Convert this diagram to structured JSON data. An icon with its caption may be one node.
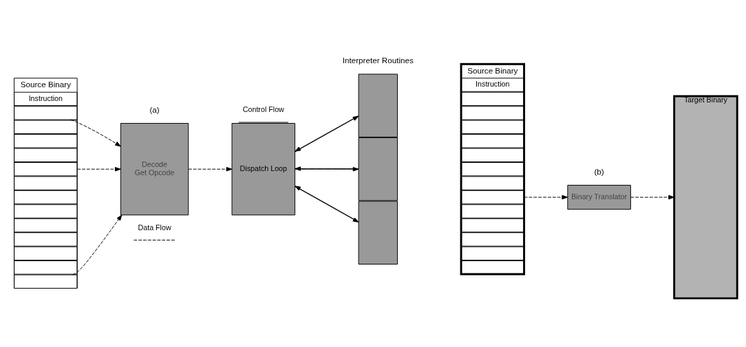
{
  "diagram": {
    "nodes": [
      {
        "text": [
          "Source Binary"
        ]
      },
      {
        "text": [
          "Instruction"
        ],
        "in": 0
      },
      {
        "text": [],
        "shape": "box",
        "in": 0
      },
      {
        "text": [],
        "shape": "box",
        "in": 0
      },
      {
        "text": [],
        "shape": "box",
        "in": 0
      },
      {
        "text": [],
        "shape": "box",
        "in": 0
      },
      {
        "text": [],
        "shape": "box",
        "in": 0
      },
      {
        "text": [],
        "shape": "box",
        "in": 0
      },
      {
        "text": [],
        "shape": "box",
        "in": 0
      },
      {
        "text": [],
        "shape": "box",
        "in": 0
      },
      {
        "text": [],
        "shape": "box",
        "in": 0
      },
      {
        "text": [],
        "shape": "box",
        "in": 0
      },
      {
        "text": [],
        "shape": "box",
        "in": 0
      },
      {
        "text": [],
        "shape": "box",
        "in": 0
      },
      {
        "text": [],
        "shape": "box",
        "in": 0
      },
      {
        "text": [
          "Decode",
          "Get Opcode"
        ]
      },
      {
        "text": [
          "Dispatch Loop"
        ]
      },
      {
        "text": [],
        "shape": "box"
      },
      {
        "text": [],
        "shape": "box"
      },
      {
        "text": [],
        "shape": "box"
      },
      {
        "text": [
          "Source Binary"
        ]
      },
      {
        "text": [
          "Instruction"
        ],
        "in": 20
      },
      {
        "text": [],
        "shape": "box",
        "in": 20
      },
      {
        "text": [],
        "shape": "box",
        "in": 20
      },
      {
        "text": [],
        "shape": "box",
        "in": 20
      },
      {
        "text": [],
        "shape": "box",
        "in": 20
      },
      {
        "text": [],
        "shape": "box",
        "in": 20
      },
      {
        "text": [],
        "shape": "box",
        "in": 20
      },
      {
        "text": [],
        "shape": "box",
        "in": 20
      },
      {
        "text": [],
        "shape": "box",
        "in": 20
      },
      {
        "text": [],
        "shape": "box",
        "in": 20
      },
      {
        "text": [],
        "shape": "box",
        "in": 20
      },
      {
        "text": [],
        "shape": "box",
        "in": 20
      },
      {
        "text": [],
        "shape": "box",
        "in": 20
      },
      {
        "text": [],
        "shape": "box",
        "in": 20
      },
      {
        "text": [
          "Binary Translator"
        ]
      },
      {
        "text": [
          "Target Binary"
        ]
      }
    ],
    "edges": [
      {
        "from": 2,
        "to": 15,
        "arrow": "to",
        "style": "dashed"
      },
      {
        "from": 6,
        "to": 15,
        "arrow": "to",
        "style": "dashed"
      },
      {
        "from": 14,
        "to": 15,
        "arrow": "to",
        "style": "dashed"
      },
      {
        "from": 15,
        "to": 16,
        "arrow": "to",
        "style": "dashed"
      },
      {
        "from": 16,
        "to": 17,
        "arrow": "to"
      },
      {
        "from": 17,
        "to": 16,
        "arrow": "to"
      },
      {
        "from": 16,
        "to": 18,
        "arrow": "to"
      },
      {
        "from": 18,
        "to": 16,
        "arrow": "to"
      },
      {
        "from": 16,
        "to": 19,
        "arrow": "to"
      },
      {
        "from": 19,
        "to": 16,
        "arrow": "to"
      },
      {
        "from": 29,
        "to": 35,
        "arrow": "to",
        "style": "dashed"
      },
      {
        "from": 35,
        "to": 36,
        "arrow": "to",
        "style": "dashed"
      }
    ],
    "labels": [
      "Interpreter Routines",
      "(a)",
      "(b)"
    ],
    "legend": [
      {
        "text": "Data Flow"
      },
      {
        "text": "Control Flow"
      }
    ]
  }
}
